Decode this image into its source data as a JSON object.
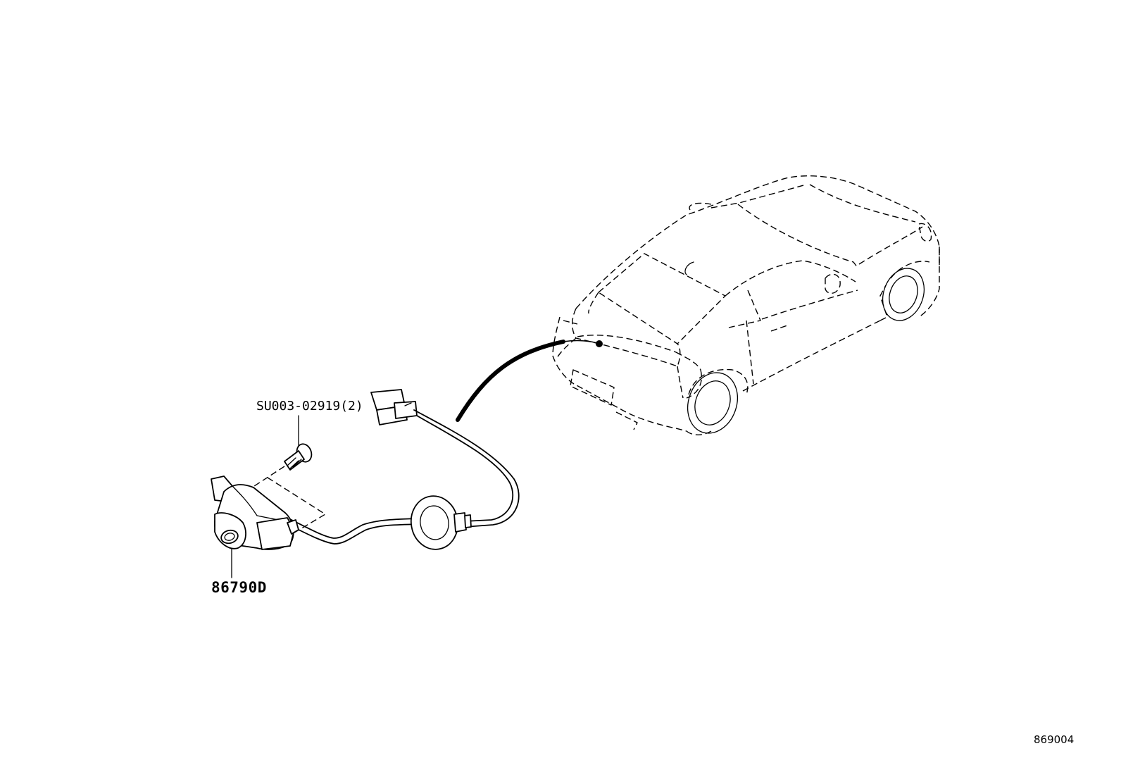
{
  "labels": {
    "bolt": "SU003-02919(2)",
    "camera": "86790D",
    "figure_number": "869004"
  },
  "icons": {
    "car": "vehicle-rear-view-dashed-outline",
    "camera": "rear-view-camera-icon",
    "bolt": "bolt-icon",
    "grommet": "grommet-icon",
    "connector": "connector-icon"
  },
  "colors": {
    "line": "#000000",
    "background": "#ffffff"
  }
}
